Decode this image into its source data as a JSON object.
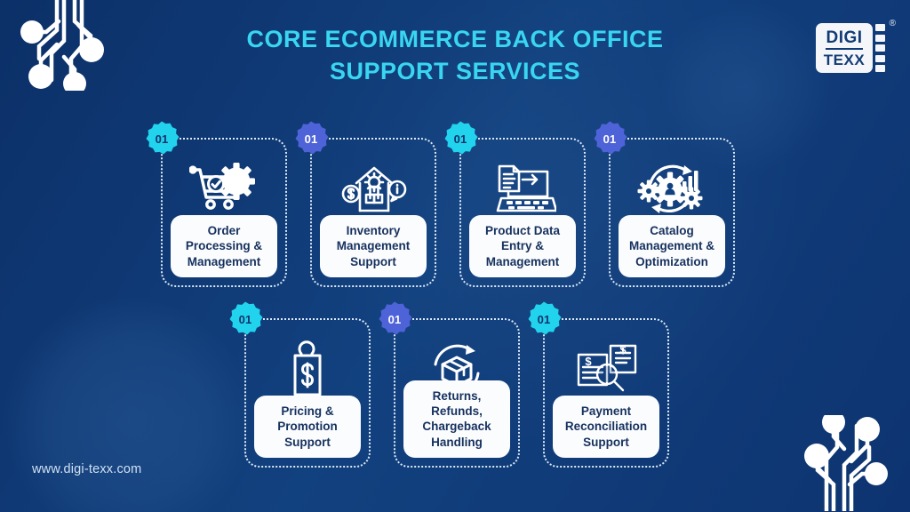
{
  "page": {
    "title_line1": "CORE ECOMMERCE BACK OFFICE",
    "title_line2": "SUPPORT SERVICES",
    "website": "www.digi-texx.com",
    "background_color": "#0e3a77",
    "title_color": "#39d6f2",
    "card_label_color": "#16315f"
  },
  "logo": {
    "top_text": "DIGI",
    "bottom_text": "TEXX",
    "trademark": "®",
    "plate_color": "#f4f6f9",
    "text_color": "#123c76"
  },
  "badges": {
    "cyan_color": "#22d3ee",
    "purple_color": "#4f63d8"
  },
  "cards": [
    {
      "number": "01",
      "badge_color": "cyan",
      "icon": "shopping-cart-gear-icon",
      "label": "Order Processing & Management"
    },
    {
      "number": "01",
      "badge_color": "purple",
      "icon": "warehouse-inventory-icon",
      "label": "Inventory Management Support"
    },
    {
      "number": "01",
      "badge_color": "cyan",
      "icon": "laptop-data-entry-icon",
      "label": "Product Data Entry & Management"
    },
    {
      "number": "01",
      "badge_color": "purple",
      "icon": "gears-analytics-icon",
      "label": "Catalog Management & Optimization"
    },
    {
      "number": "01",
      "badge_color": "cyan",
      "icon": "price-tag-dollar-icon",
      "label": "Pricing & Promotion Support"
    },
    {
      "number": "01",
      "badge_color": "purple",
      "icon": "box-return-arrows-icon",
      "label": "Returns, Refunds, Chargeback Handling"
    },
    {
      "number": "01",
      "badge_color": "cyan",
      "icon": "invoice-magnifier-icon",
      "label": "Payment Reconciliation Support"
    }
  ]
}
